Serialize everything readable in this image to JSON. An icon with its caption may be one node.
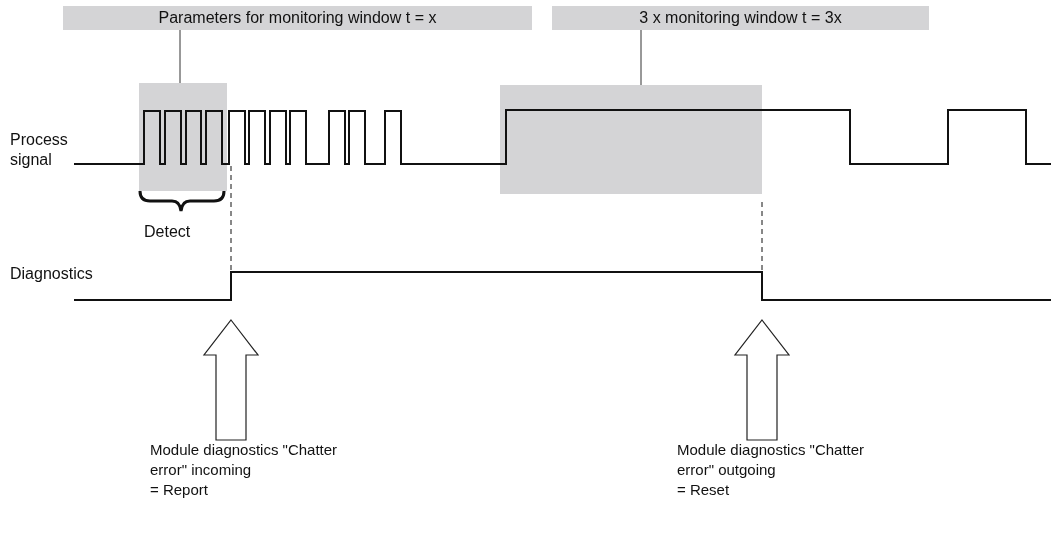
{
  "diagram": {
    "nodes": [
      {
        "text": [
          "Parameters for monitoring window t = x"
        ]
      },
      {
        "text": [
          "3 x monitoring window t = 3x"
        ]
      },
      {
        "text": [],
        "shape": "box"
      },
      {
        "text": [],
        "shape": "box"
      },
      {
        "text": [
          "Module diagnostics \"Chatter error\" incoming",
          "= Report"
        ]
      },
      {
        "text": [
          "Module diagnostics \"Chatter error\" outgoing",
          "= Reset"
        ]
      }
    ],
    "edges": [
      {
        "from": 0,
        "to": 2,
        "arrow": "none"
      },
      {
        "from": 1,
        "to": 3,
        "arrow": "none"
      },
      {
        "from": 4,
        "to": null,
        "arrow": "to"
      },
      {
        "from": 5,
        "to": null,
        "arrow": "to"
      }
    ],
    "labels": [
      "Process signal",
      "Detect",
      "Diagnostics"
    ]
  }
}
